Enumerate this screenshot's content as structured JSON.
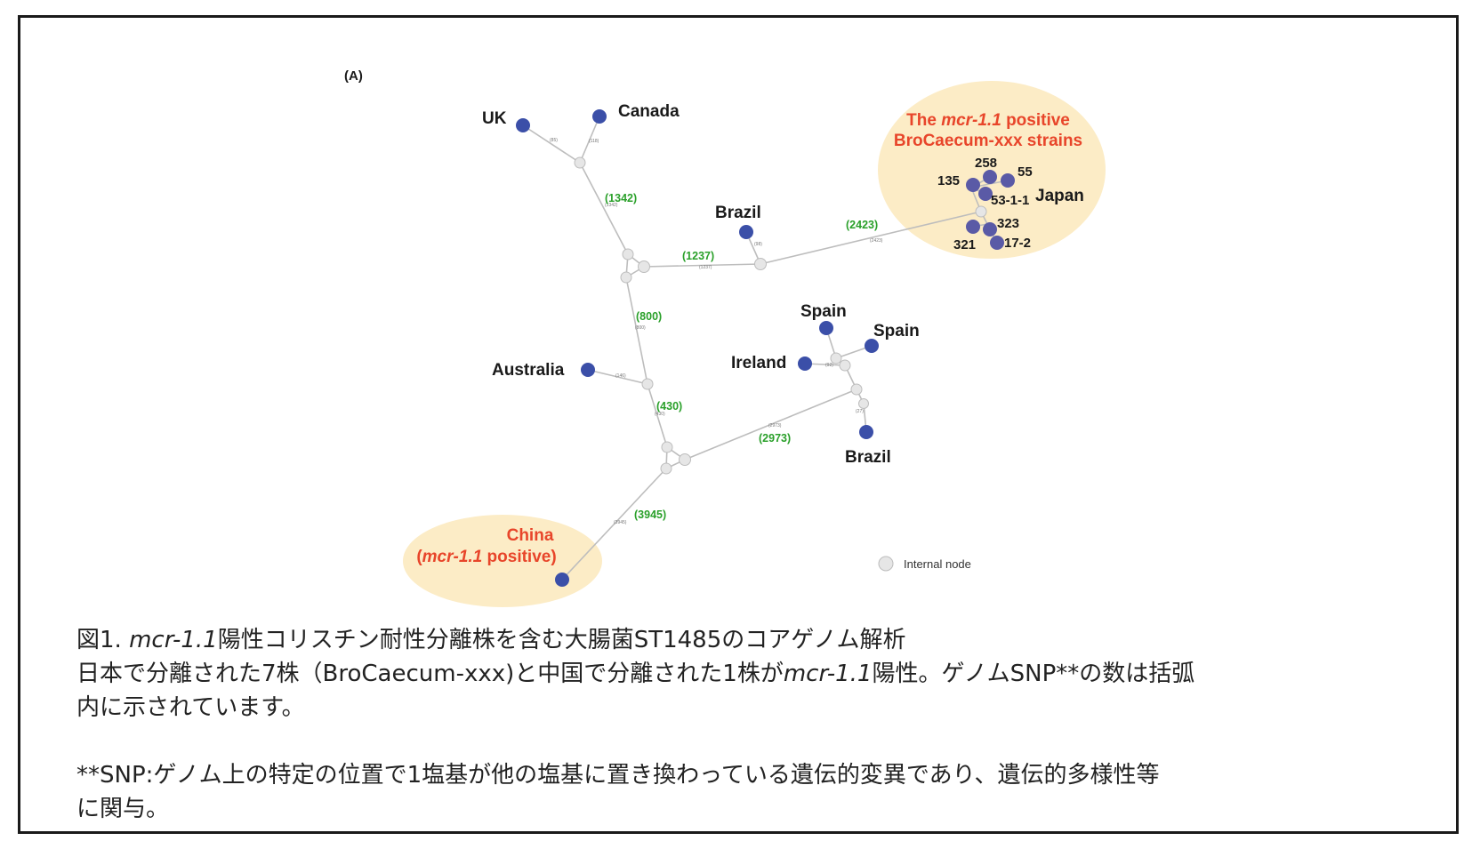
{
  "panel_label": "(A)",
  "highlight_labels": {
    "japan_line1_pre": "The ",
    "japan_line1_gene": "mcr-1.1",
    "japan_line1_post": " positive",
    "japan_line2": "BroCaecum-xxx strains",
    "china_line1": "China",
    "china_line2_pre": "(",
    "china_line2_gene": "mcr-1.1",
    "china_line2_post": " positive)"
  },
  "country_labels": {
    "uk": "UK",
    "canada": "Canada",
    "brazil_top": "Brazil",
    "australia": "Australia",
    "spain_1": "Spain",
    "spain_2": "Spain",
    "ireland": "Ireland",
    "brazil_bottom": "Brazil",
    "japan": "Japan"
  },
  "japan_strains": [
    "258",
    "55",
    "135",
    "53-1-1",
    "323",
    "321",
    "17-2"
  ],
  "snp_counts": [
    "(1342)",
    "(1237)",
    "(2423)",
    "(800)",
    "(430)",
    "(2973)",
    "(3945)"
  ],
  "legend": {
    "label": "Internal node"
  },
  "caption": {
    "line1_pre": "図1. ",
    "line1_gene": "mcr-1.1",
    "line1_post": "陽性コリスチン耐性分離株を含む大腸菌ST1485のコアゲノム解析",
    "line2_pre": "日本で分離された7株（BroCaecum-xxx)と中国で分離された1株が",
    "line2_gene": "mcr-1.1",
    "line2_post": "陽性。ゲノムSNP**の数は括弧",
    "line3": "内に示されています。",
    "line4": "**SNP:ゲノム上の特定の位置で1塩基が他の塩基に置き換わっている遺伝的変異であり、遺伝的多様性等",
    "line5": "に関与。"
  },
  "colors": {
    "strain_node": "#3b4fa8",
    "japan_node": "#5a5aa6",
    "internal_node": "#e6e6e6",
    "branch": "#bdbdbd",
    "highlight_fill": "#fcecc6",
    "highlight_text": "#e8452a",
    "snp_text": "#2aa02a"
  }
}
